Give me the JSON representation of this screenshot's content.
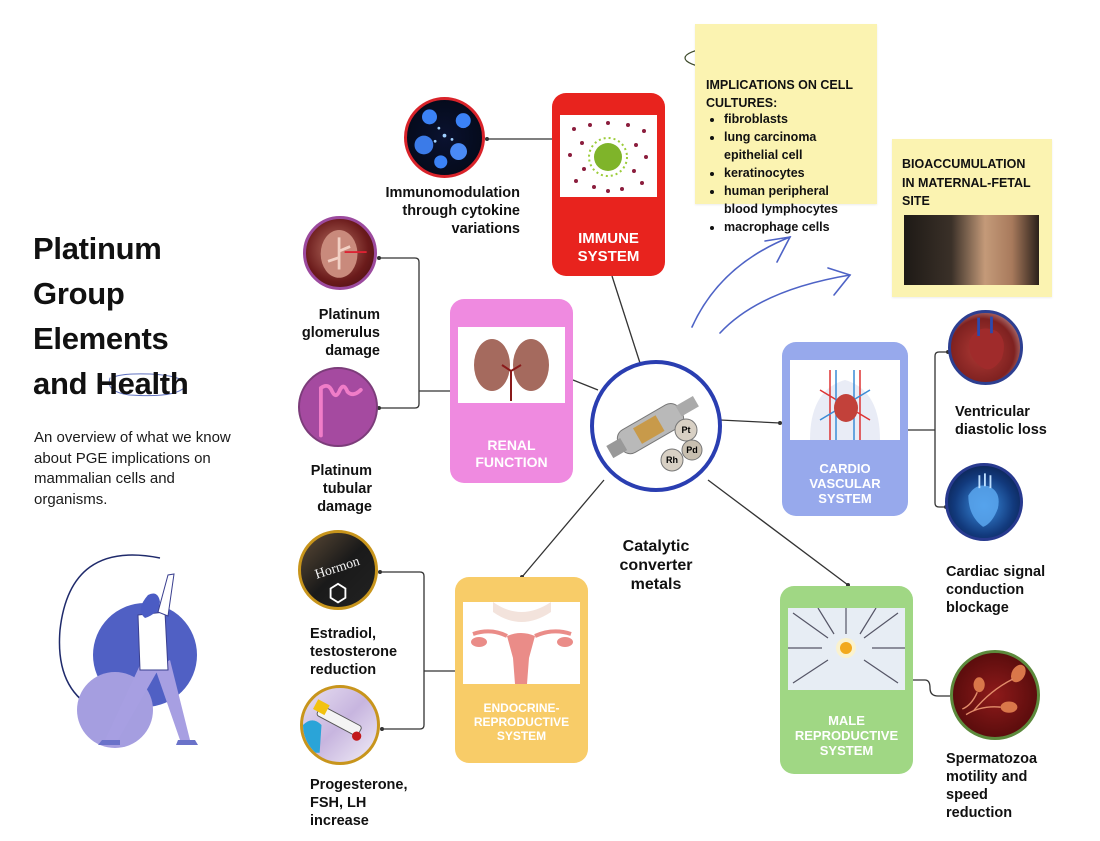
{
  "title": {
    "lines": [
      "Platinum",
      "Group",
      "Elements",
      "and Health"
    ],
    "subtitle": "An overview of what we know about PGE implications on mammalian cells and organisms."
  },
  "center": {
    "label_lines": [
      "Catalytic",
      "converter",
      "metals"
    ],
    "element_symbols": [
      "Pt",
      "Pd",
      "Rh"
    ]
  },
  "systems": {
    "immune": {
      "label_lines": [
        "IMMUNE",
        "SYSTEM"
      ],
      "color": "#e8231e"
    },
    "renal": {
      "label_lines": [
        "RENAL",
        "FUNCTION"
      ],
      "color": "#ef8ae0"
    },
    "cardio": {
      "label_lines": [
        "CARDIO",
        "VASCULAR",
        "SYSTEM"
      ],
      "color": "#97a9ec"
    },
    "endocrine": {
      "label_lines": [
        "ENDOCRINE-",
        "REPRODUCTIVE",
        "SYSTEM"
      ],
      "color": "#f8cc68"
    },
    "male": {
      "label_lines": [
        "MALE",
        "REPRODUCTIVE",
        "SYSTEM"
      ],
      "color": "#a0d784"
    }
  },
  "effects": {
    "immunomodulation": [
      "Immunomodulation",
      "through cytokine",
      "variations"
    ],
    "glomerulus": [
      "Platinum",
      "glomerulus",
      "damage"
    ],
    "tubular": [
      "Platinum",
      "tubular",
      "damage"
    ],
    "ventricular": [
      "Ventricular",
      "diastolic loss"
    ],
    "cardiac": [
      "Cardiac signal",
      "conduction",
      "blockage"
    ],
    "estradiol": [
      "Estradiol,",
      "testosterone",
      "reduction"
    ],
    "progesterone": [
      "Progesterone,",
      "FSH, LH",
      "increase"
    ],
    "spermatozoa": [
      "Spermatozoa",
      "motility and",
      "speed",
      "reduction"
    ],
    "hormone_slate_text": "Hormon"
  },
  "notes": {
    "cell_cultures": {
      "heading_lines": [
        "IMPLICATIONS ON CELL",
        "CULTURES:"
      ],
      "items": [
        "fibroblasts",
        "lung carcinoma epithelial cell",
        "keratinocytes",
        "human peripheral blood lymphocytes",
        "macrophage cells"
      ]
    },
    "bioaccumulation": {
      "heading_lines": [
        "BIOACCUMULATION",
        "IN MATERNAL-FETAL",
        "SITE"
      ]
    }
  }
}
